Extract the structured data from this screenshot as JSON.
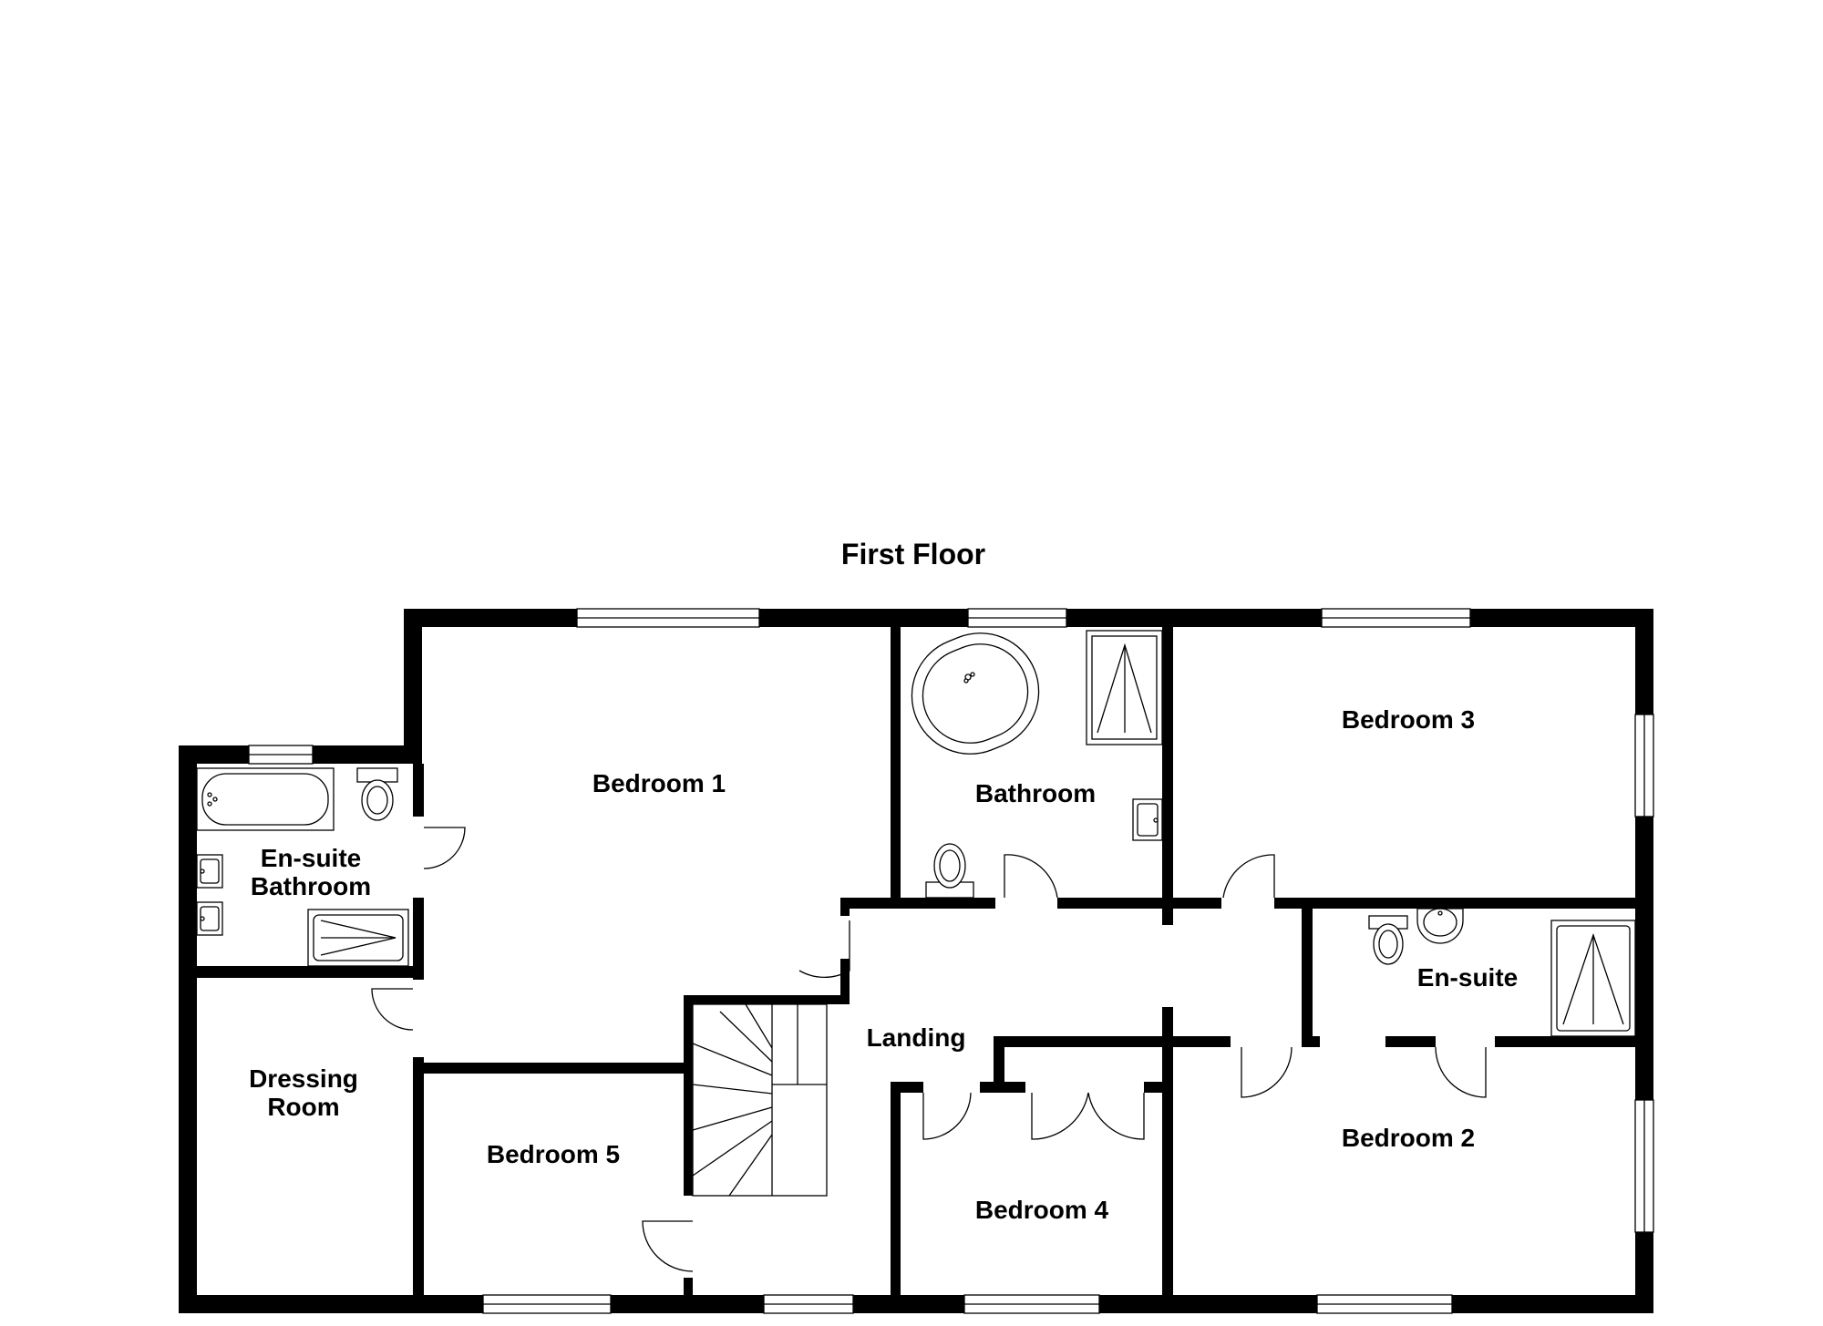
{
  "plan": {
    "title": "First Floor",
    "rooms": {
      "bedroom1": "Bedroom 1",
      "bathroom": "Bathroom",
      "bedroom3": "Bedroom 3",
      "ensuite_bathroom_line1": "En-suite",
      "ensuite_bathroom_line2": "Bathroom",
      "ensuite": "En-suite",
      "landing": "Landing",
      "dressing_room_line1": "Dressing",
      "dressing_room_line2": "Room",
      "bedroom5": "Bedroom 5",
      "bedroom4": "Bedroom 4",
      "bedroom2": "Bedroom 2"
    },
    "colors": {
      "wall": "#000000",
      "background": "#ffffff"
    }
  }
}
